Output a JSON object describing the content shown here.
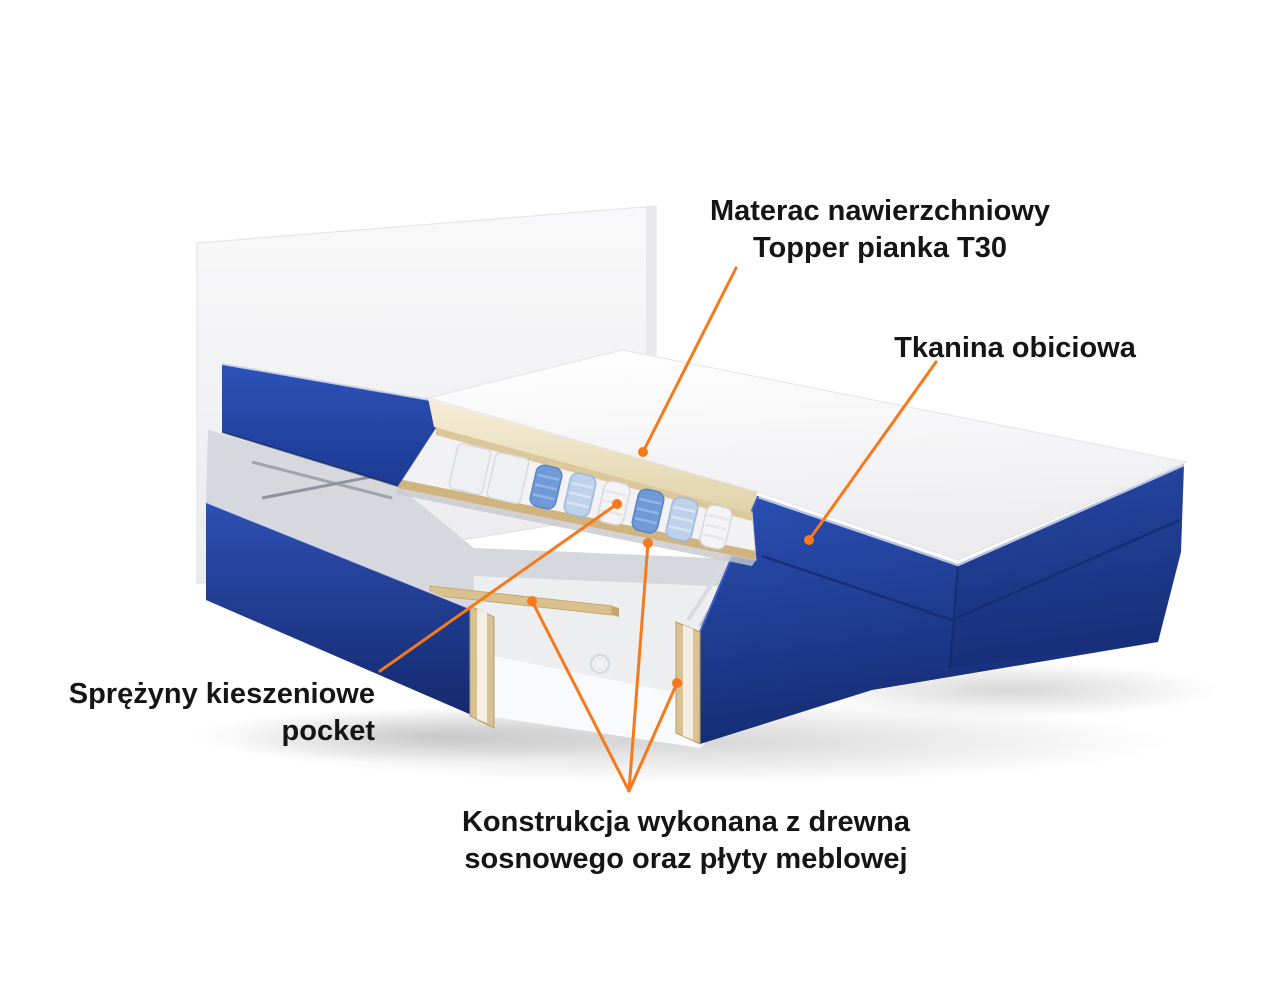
{
  "diagram": {
    "labels": {
      "topper": {
        "line1": "Materac nawierzchniowy",
        "line2": "Topper pianka T30"
      },
      "fabric": {
        "line1": "Tkanina obiciowa"
      },
      "springs": {
        "line1": "Sprężyny kieszeniowe",
        "line2": "pocket"
      },
      "construction": {
        "line1": "Konstrukcja wykonana z drewna",
        "line2": "sosnowego oraz płyty meblowej"
      }
    },
    "colors": {
      "accent": "#F6791B",
      "label_text": "#151515",
      "fabric_blue": "#1E3F9E",
      "fabric_blue_dark": "#152E78",
      "topper_cream": "#EDE2C6",
      "wood_tan": "#D8C193",
      "spring_blue": "#6F9AD9",
      "spring_light_blue": "#BDD1EA",
      "spring_white": "#F4F4F6",
      "headboard_white": "#F5F5F7",
      "background": "#FFFFFF"
    }
  }
}
